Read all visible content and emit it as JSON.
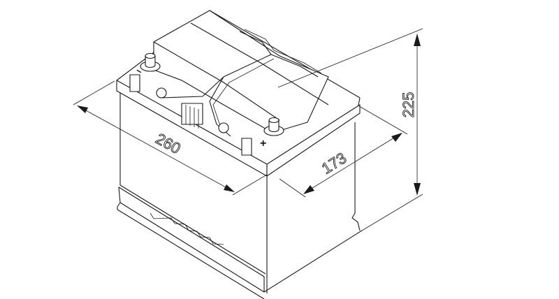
{
  "diagram": {
    "subject": "battery",
    "dimensions": {
      "length": "260",
      "width": "173",
      "height": "225"
    },
    "terminals": {
      "negative": "−",
      "positive": "+"
    }
  }
}
